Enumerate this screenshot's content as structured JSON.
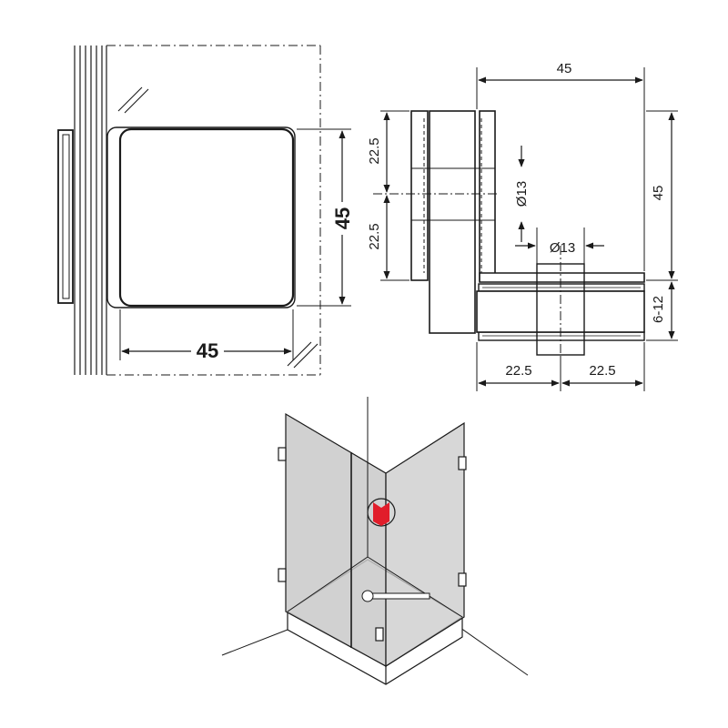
{
  "front_view": {
    "width_label": "45",
    "height_label": "45"
  },
  "side_view": {
    "top_width_label": "45",
    "upper_half_label": "22.5",
    "lower_half_label": "22.5",
    "upper_hole_label": "Ø13",
    "lower_hole_label": "Ø13",
    "total_height_label": "45",
    "glass_thickness_label": "6-12",
    "bottom_left_label": "22.5",
    "bottom_right_label": "22.5"
  },
  "installation_view": {
    "highlight_color": "#e11d2a",
    "glass_color": "#c9c9c9"
  }
}
